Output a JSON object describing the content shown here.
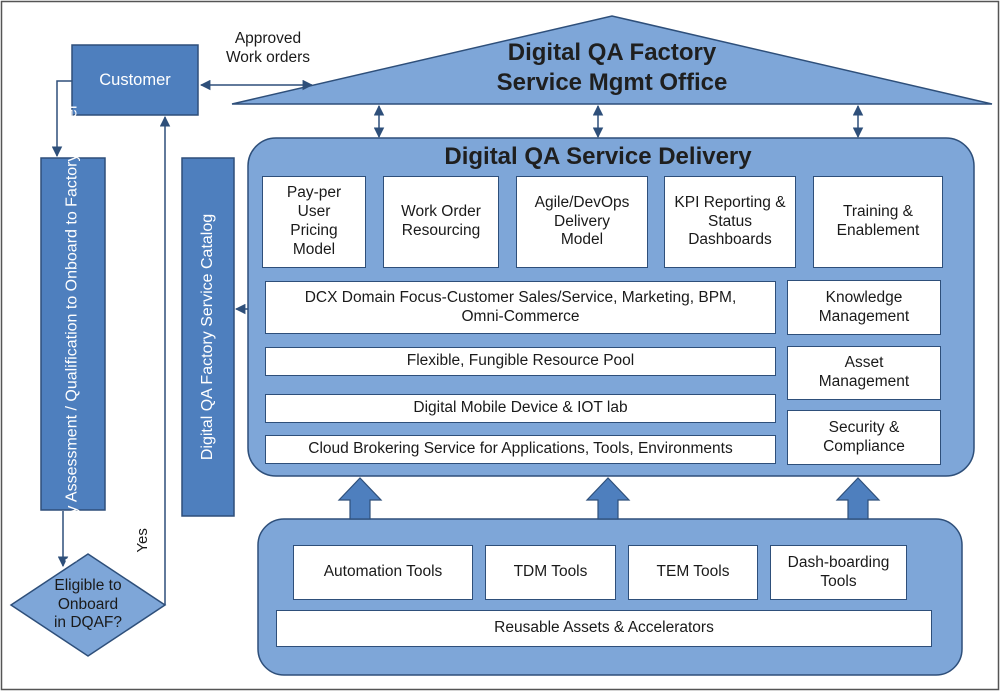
{
  "colors": {
    "blue_fill": "#7ea6d8",
    "dark_blue_fill": "#4e7fbe",
    "border": "#2e4f7a",
    "white_box": "#ffffff"
  },
  "customer": {
    "label": "Customer"
  },
  "approved_label": "Approved\nWork orders",
  "smo": {
    "line1": "Digital QA Factory",
    "line2": "Service Mgmt Office"
  },
  "delivery": {
    "title": "Digital QA Service Delivery",
    "top_boxes": [
      {
        "label": "Pay-per\nUser\nPricing\nModel"
      },
      {
        "label": "Work Order\nResourcing"
      },
      {
        "label": "Agile/DevOps\nDelivery\nModel"
      },
      {
        "label": "KPI Reporting &\nStatus\nDashboards"
      },
      {
        "label": "Training &\nEnablement"
      }
    ],
    "wide_boxes": [
      {
        "label": "DCX Domain Focus-Customer Sales/Service, Marketing, BPM,\nOmni-Commerce"
      },
      {
        "label": "Flexible, Fungible Resource Pool"
      },
      {
        "label": "Digital Mobile Device & IOT lab"
      },
      {
        "label": "Cloud Brokering Service for Applications, Tools, Environments"
      }
    ],
    "side_boxes": [
      {
        "label": "Knowledge\nManagement"
      },
      {
        "label": "Asset\nManagement"
      },
      {
        "label": "Security &\nCompliance"
      }
    ]
  },
  "maturity_label": "Maturity Assessment / Qualification to\nOnboard to Factory Model",
  "catalog_label": "Digital QA Factory Service Catalog",
  "decision_label": "Eligible to\nOnboard\nin DQAF?",
  "yes_label": "Yes",
  "tools": {
    "boxes": [
      {
        "label": "Automation Tools"
      },
      {
        "label": "TDM Tools"
      },
      {
        "label": "TEM Tools"
      },
      {
        "label": "Dash-boarding\nTools"
      }
    ],
    "reusable": "Reusable Assets & Accelerators"
  }
}
